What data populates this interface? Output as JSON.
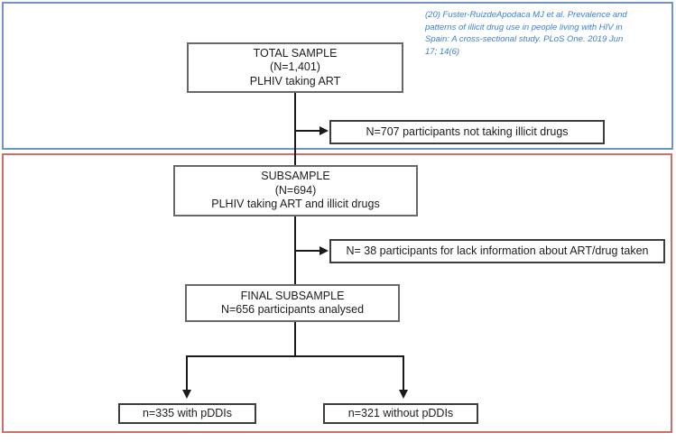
{
  "colors": {
    "outer_blue_border": "#7195c5",
    "outer_red_border": "#c9706b",
    "connector_line": "#1a1a1a",
    "main_box_border": "#686868",
    "side_box_border": "#3d3d3d",
    "citation_text": "#3e80ce",
    "node_text": "#1c1c1c"
  },
  "citation": {
    "lines": [
      "(20) Fuster-RuizdeApodaca MJ et al. Prevalence and",
      "patterns of illicit drug use in people living with HIV in",
      "Spain: A cross-sectional study. PLoS One. 2019 Jun",
      "17; 14(6)"
    ]
  },
  "nodes": {
    "total_sample": {
      "lines": [
        "TOTAL SAMPLE",
        "(N=1,401)",
        "PLHIV taking ART"
      ]
    },
    "not_taking_drugs": {
      "text": "N=707 participants not taking illicit drugs"
    },
    "subsample": {
      "lines": [
        "SUBSAMPLE",
        "(N=694)",
        "PLHIV taking ART and illicit drugs"
      ]
    },
    "lack_information": {
      "text": "N= 38 participants for lack information about ART/drug taken"
    },
    "final_subsample": {
      "lines": [
        "FINAL SUBSAMPLE",
        "N=656 participants analysed"
      ]
    },
    "with_pddis": {
      "text": "n=335 with pDDIs"
    },
    "without_pddis": {
      "text": "n=321 without pDDIs"
    }
  }
}
